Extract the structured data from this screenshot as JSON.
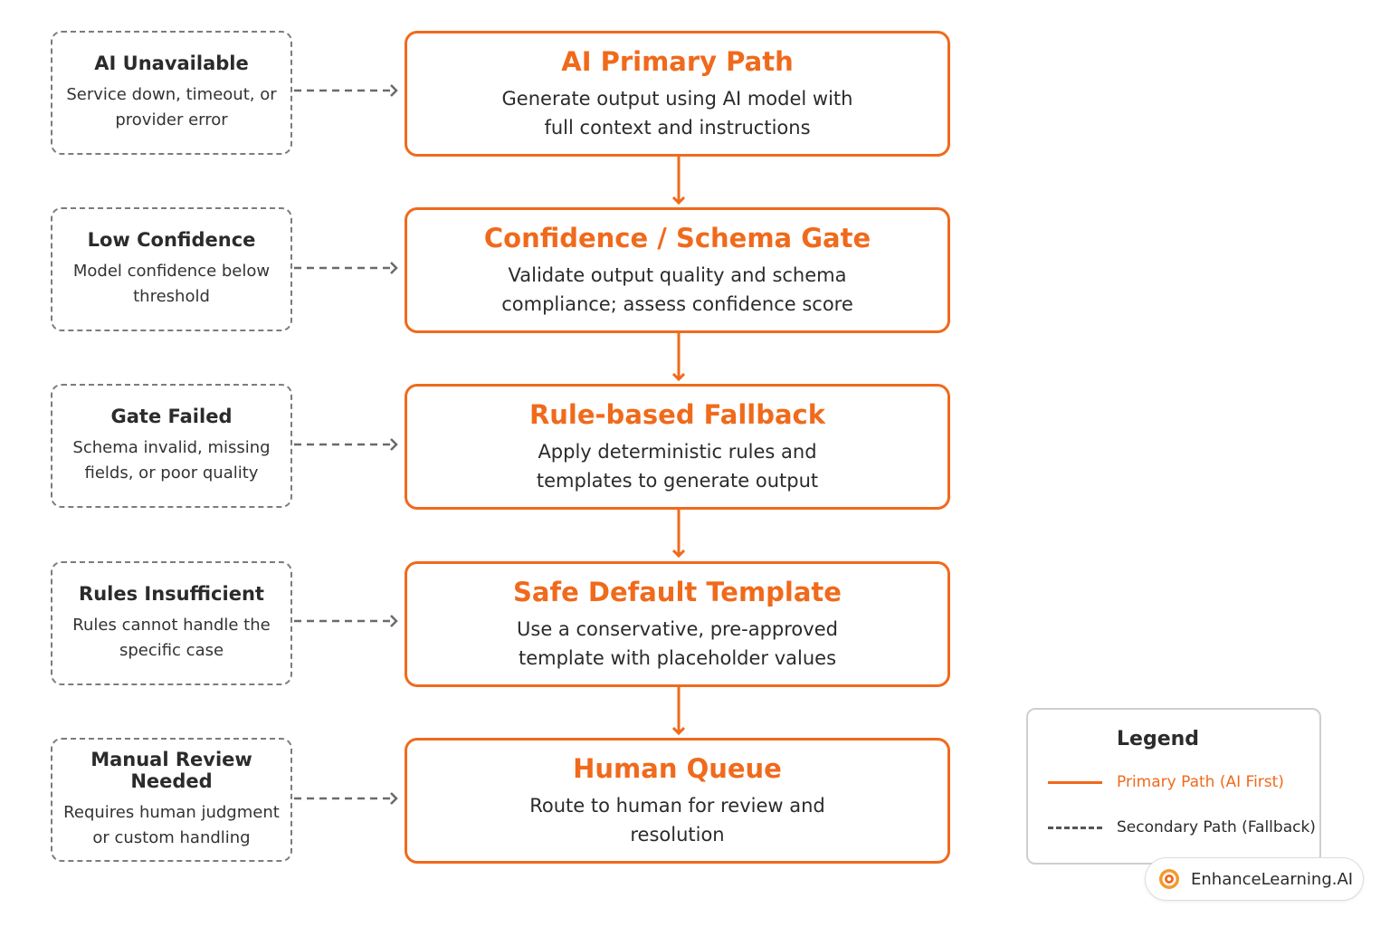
{
  "colors": {
    "primary": "#f06a1c",
    "secondary": "#7c7c7c",
    "text": "#2b2b2b"
  },
  "steps": [
    {
      "title": "AI Primary Path",
      "desc": "Generate output using AI model with full context and instructions"
    },
    {
      "title": "Confidence / Schema Gate",
      "desc": "Validate output quality and schema compliance; assess confidence score"
    },
    {
      "title": "Rule-based Fallback",
      "desc": "Apply deterministic rules and templates to generate output"
    },
    {
      "title": "Safe Default Template",
      "desc": "Use a conservative, pre-approved template with placeholder values"
    },
    {
      "title": "Human Queue",
      "desc": "Route to human for review and resolution"
    }
  ],
  "conditions": [
    {
      "title": "AI Unavailable",
      "desc": "Service down, timeout, or provider error"
    },
    {
      "title": "Low Confidence",
      "desc": "Model confidence below threshold"
    },
    {
      "title": "Gate Failed",
      "desc": "Schema invalid, missing fields, or poor quality"
    },
    {
      "title": "Rules Insufficient",
      "desc": "Rules cannot handle the specific case"
    },
    {
      "title": "Manual Review Needed",
      "desc": "Requires human judgment or custom handling"
    }
  ],
  "legend": {
    "title": "Legend",
    "primary_label": "Primary Path (AI First)",
    "secondary_label": "Secondary Path (Fallback)"
  },
  "brand": {
    "label": "EnhanceLearning.AI",
    "icon": "target-icon"
  }
}
